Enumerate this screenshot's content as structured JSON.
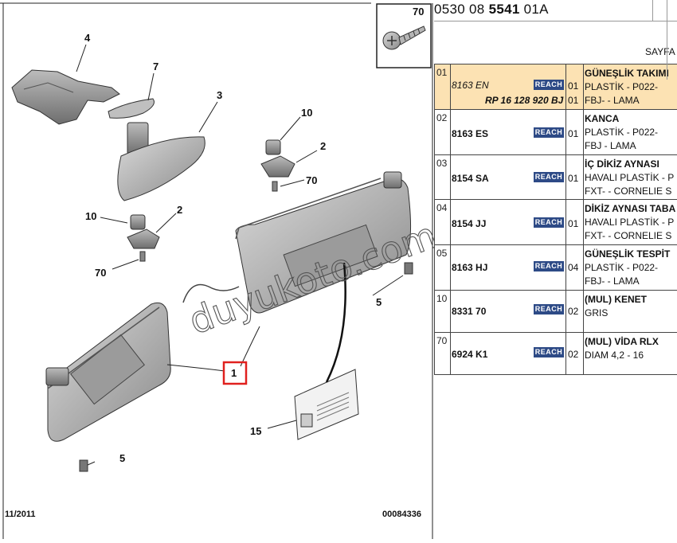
{
  "diagram": {
    "screw_qty": "70",
    "callouts": {
      "c4": "4",
      "c7": "7",
      "c3": "3",
      "c10a": "10",
      "c2a": "2",
      "c70a": "70",
      "c10b": "10",
      "c2b": "2",
      "c70b": "70",
      "c5a": "5",
      "c1": "1",
      "c15": "15",
      "c5b": "5"
    },
    "label_text": "duyukoto.com",
    "date": "11/2011",
    "doc_number": "00084336"
  },
  "header": {
    "ref_pre": "0530 08 ",
    "ref_bold": "5541",
    "ref_post": " 01A",
    "page_label": "SAYFA"
  },
  "parts": [
    {
      "idx": "01",
      "code": "8163 EN",
      "rp": "RP 16 128 920 BJ",
      "reach": "REACH",
      "qty1": "01",
      "qty2": "01",
      "title": "GÜNEŞLİK TAKIMI",
      "l1": "PLASTİK - P022-",
      "l2": "FBJ- - LAMA"
    },
    {
      "idx": "02",
      "code": "8163 ES",
      "reach": "REACH",
      "qty1": "01",
      "title": "KANCA",
      "l1": "PLASTİK - P022-",
      "l2": "FBJ - LAMA"
    },
    {
      "idx": "03",
      "code": "8154 SA",
      "reach": "REACH",
      "qty1": "01",
      "title": "İÇ DİKİZ AYNASI",
      "l1": "HAVALI PLASTİK - P",
      "l2": "FXT- - CORNELIE S"
    },
    {
      "idx": "04",
      "code": "8154 JJ",
      "reach": "REACH",
      "qty1": "01",
      "title": "DİKİZ AYNASI TABA",
      "l1": "HAVALI PLASTİK - P",
      "l2": "FXT- - CORNELIE S"
    },
    {
      "idx": "05",
      "code": "8163 HJ",
      "reach": "REACH",
      "qty1": "04",
      "title": "GÜNEŞLİK TESPİT",
      "l1": "PLASTİK - P022-",
      "l2": "FBJ- - LAMA"
    },
    {
      "idx": "10",
      "code": "8331 70",
      "reach": "REACH",
      "qty1": "02",
      "title": "(MUL) KENET",
      "l1": "GRIS",
      "l2": ""
    },
    {
      "idx": "70",
      "code": "6924 K1",
      "reach": "REACH",
      "qty1": "02",
      "title": "(MUL) VİDA RLX",
      "l1": "DIAM 4,2 - 16",
      "l2": ""
    }
  ],
  "colors": {
    "reach_badge": "#2d4a86",
    "selected_row": "#fce2b3",
    "highlight": "#e0201e"
  }
}
